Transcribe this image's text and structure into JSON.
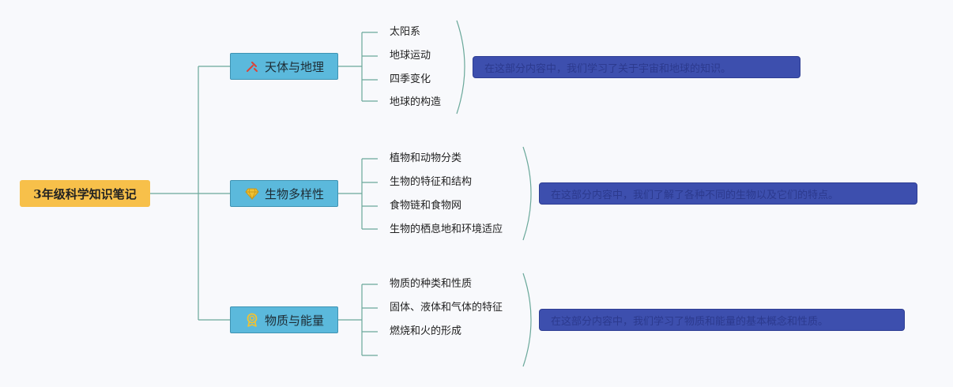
{
  "root": {
    "label": "3年级科学知识笔记"
  },
  "branches": [
    {
      "label": "天体与地理",
      "icon": "hammer-icon",
      "items": [
        "太阳系",
        "地球运动",
        "四季变化",
        "地球的构造"
      ],
      "note": "在这部分内容中，我们学习了关于宇宙和地球的知识。"
    },
    {
      "label": "生物多样性",
      "icon": "diamond-icon",
      "items": [
        "植物和动物分类",
        "生物的特征和结构",
        "食物链和食物网",
        "生物的栖息地和环境适应"
      ],
      "note": "在这部分内容中，我们了解了各种不同的生物以及它们的特点。"
    },
    {
      "label": "物质与能量",
      "icon": "award-icon",
      "items": [
        "物质的种类和性质",
        "固体、液体和气体的特征",
        "燃烧和火的形成",
        ""
      ],
      "note": "在这部分内容中，我们学习了物质和能量的基本概念和性质。"
    }
  ],
  "colors": {
    "root": "#f7c04a",
    "branch": "#5bb9dc",
    "connector": "#6aa89a",
    "note": "#3d4fae",
    "icon_red": "#d9443a",
    "icon_yellow": "#f1c232"
  }
}
